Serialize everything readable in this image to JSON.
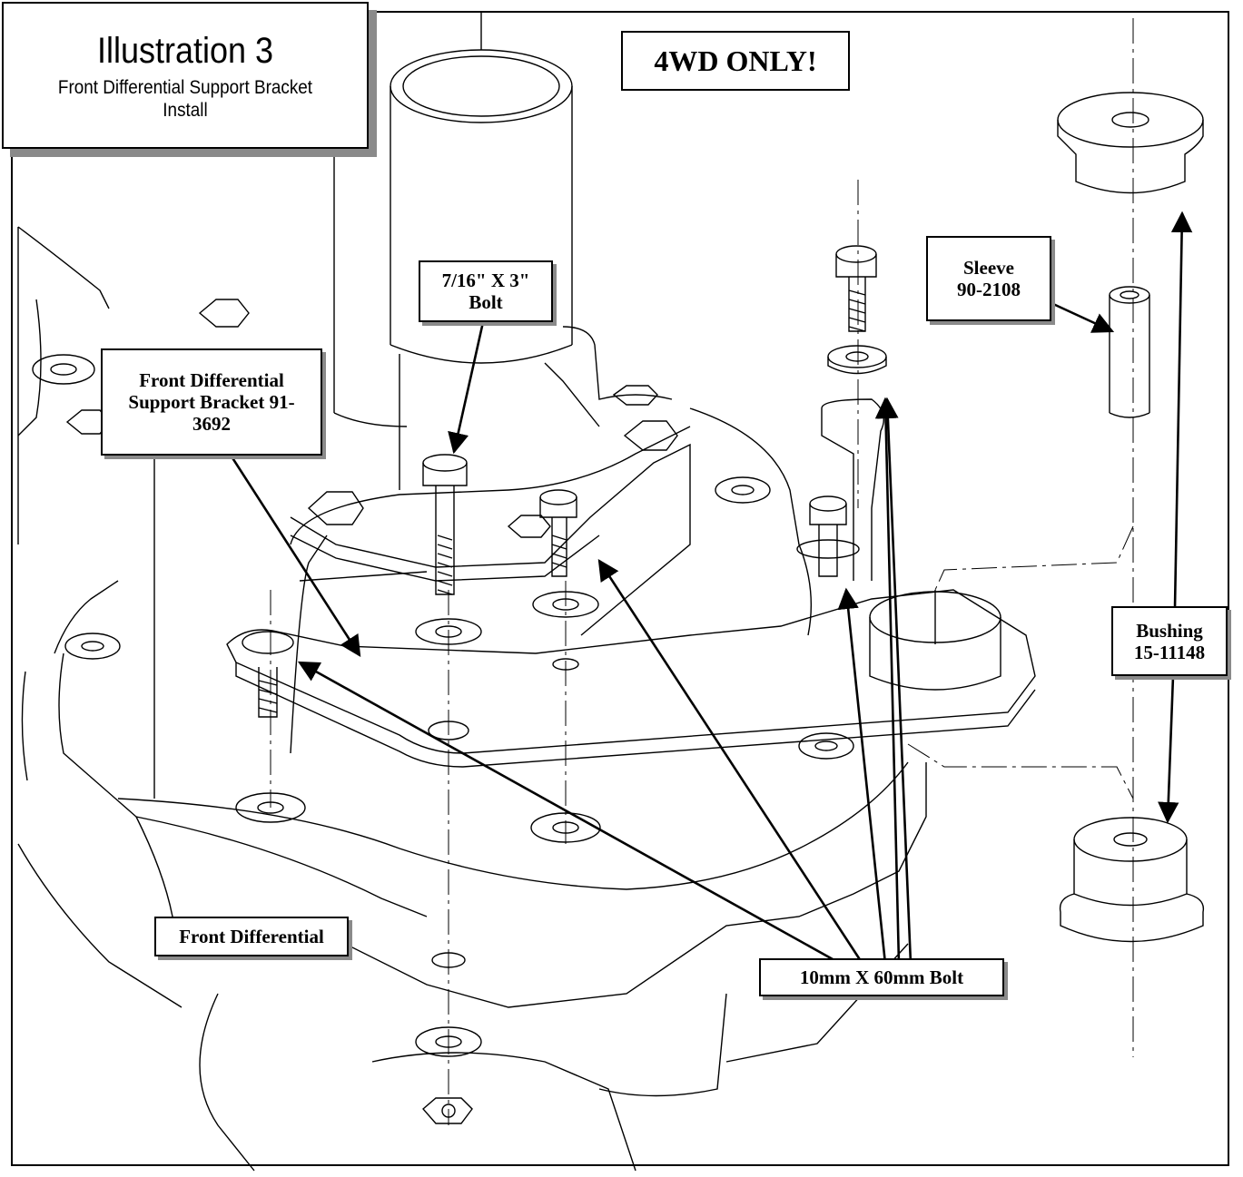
{
  "title": {
    "main": "Illustration 3",
    "sub_line1": "Front Differential Support Bracket",
    "sub_line2": "Install"
  },
  "labels": {
    "four_wd": "4WD ONLY!",
    "bolt_7_16": {
      "line1": "7/16\" X 3\"",
      "line2": "Bolt"
    },
    "sleeve": {
      "line1": "Sleeve",
      "line2": "90-2108"
    },
    "bracket": {
      "line1": "Front Differential",
      "line2": "Support Bracket 91-",
      "line3": "3692"
    },
    "bushing": {
      "line1": "Bushing",
      "line2": "15-11148"
    },
    "front_diff": "Front Differential",
    "bolt_10mm": "10mm X 60mm Bolt"
  },
  "colors": {
    "line": "#000000",
    "shadow": "#8a8a8a",
    "background": "#ffffff"
  }
}
